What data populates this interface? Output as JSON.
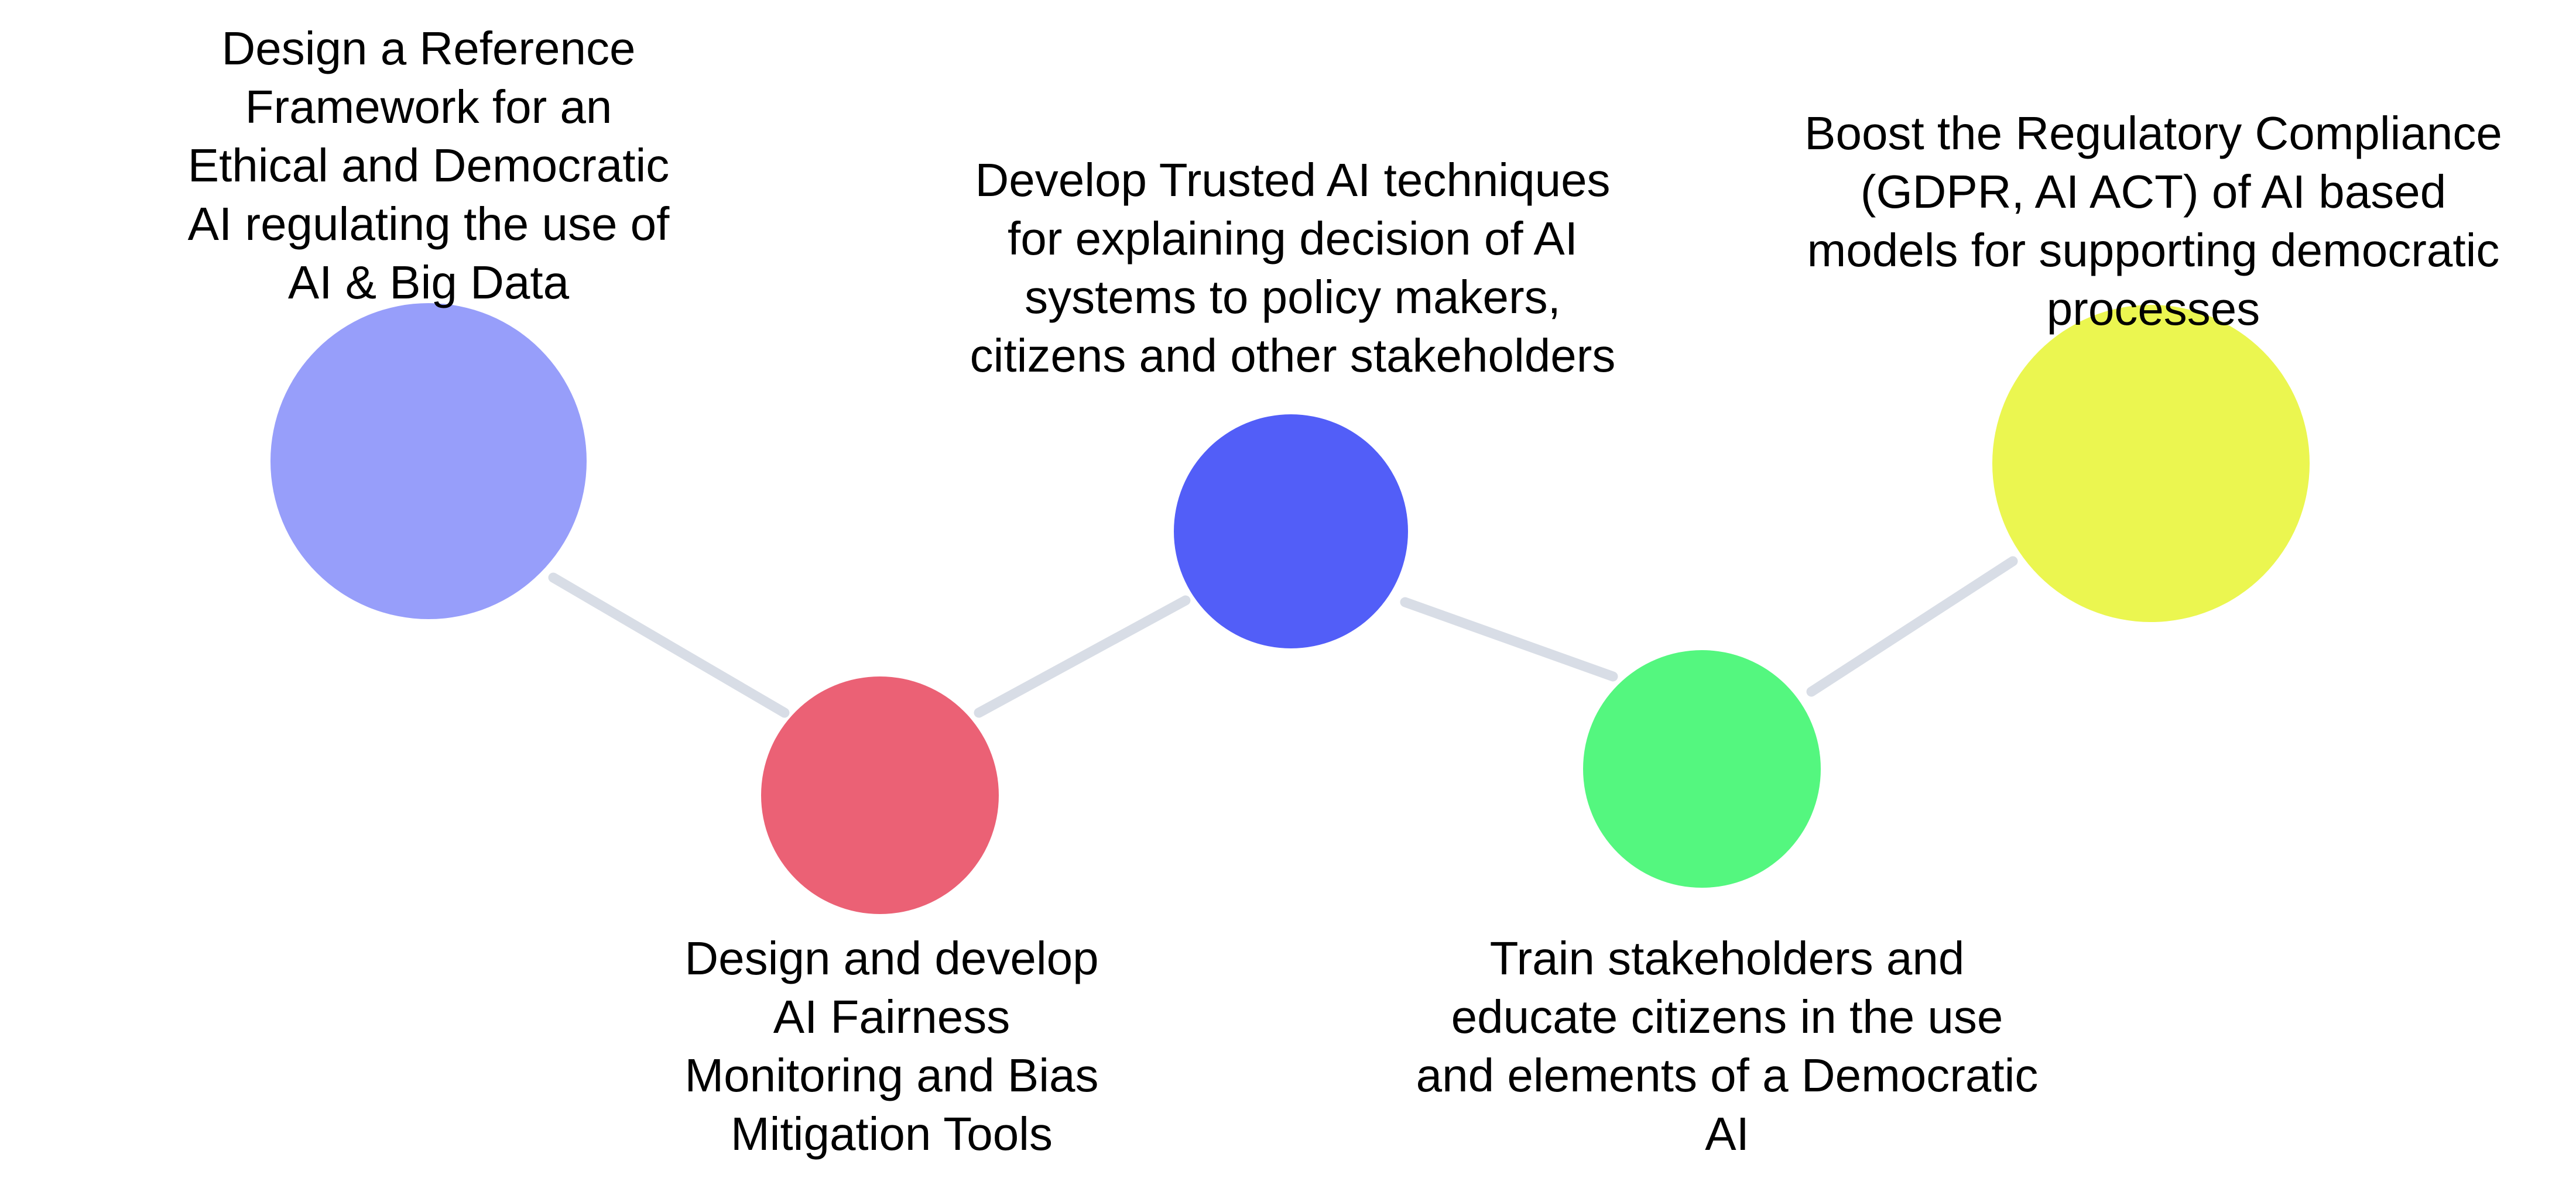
{
  "nodes": [
    {
      "color": "#979efa",
      "lines": [
        "Design a Reference",
        "Framework for an",
        "Ethical and Democratic",
        "AI regulating the use of",
        "AI & Big Data"
      ]
    },
    {
      "color": "#eb6175",
      "lines": [
        "Design and develop",
        "AI Fairness",
        "Monitoring and Bias",
        "Mitigation Tools"
      ]
    },
    {
      "color": "#525ef8",
      "lines": [
        "Develop Trusted AI techniques",
        "for explaining decision of AI",
        "systems to policy makers,",
        "citizens and other stakeholders"
      ]
    },
    {
      "color": "#54f77f",
      "lines": [
        "Train stakeholders and",
        "educate citizens in the use",
        "and elements of a Democratic",
        "AI"
      ]
    },
    {
      "color": "#ebf650",
      "lines": [
        "Boost the Regulatory Compliance",
        "(GDPR, AI ACT) of AI based",
        "models for supporting democratic",
        "processes"
      ]
    }
  ],
  "connector_color": "#d8dde6"
}
